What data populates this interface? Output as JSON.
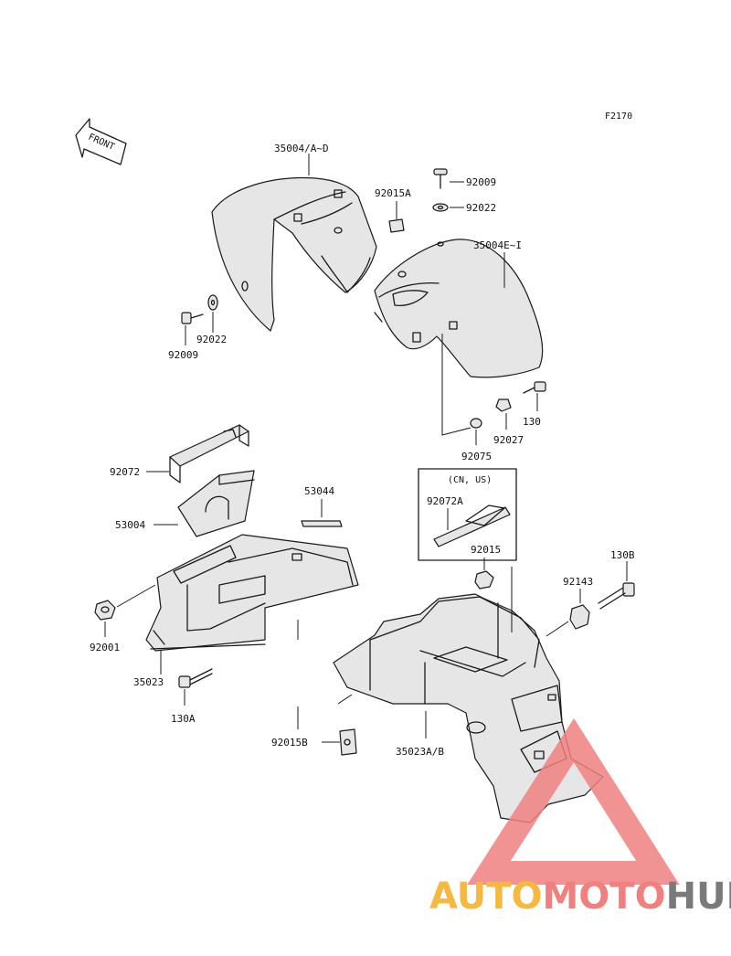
{
  "diagram": {
    "figure_code": "F2170",
    "front_arrow": "FRONT",
    "variant_note": "(CN, US)",
    "labels": {
      "p35004_AD": "35004/A~D",
      "p92009_top": "92009",
      "p92015A": "92015A",
      "p92022_top": "92022",
      "p35004_EI": "35004E~I",
      "p92022_left": "92022",
      "p92009_left": "92009",
      "p130": "130",
      "p92027": "92027",
      "p92075": "92075",
      "p92072": "92072",
      "p53044": "53044",
      "p53004": "53004",
      "p92072A": "92072A",
      "p92015": "92015",
      "p130B": "130B",
      "p92143": "92143",
      "p92001": "92001",
      "p35023": "35023",
      "p130A": "130A",
      "p92015B": "92015B",
      "p35023AB": "35023A/B"
    }
  },
  "watermark": {
    "part1": "AUTO",
    "part2": "MOTO",
    "part3": "HUB",
    "colors": {
      "auto": "#f5b942",
      "moto": "#f08080",
      "hub": "#7a7a7a",
      "triangle": "#f08080"
    }
  }
}
